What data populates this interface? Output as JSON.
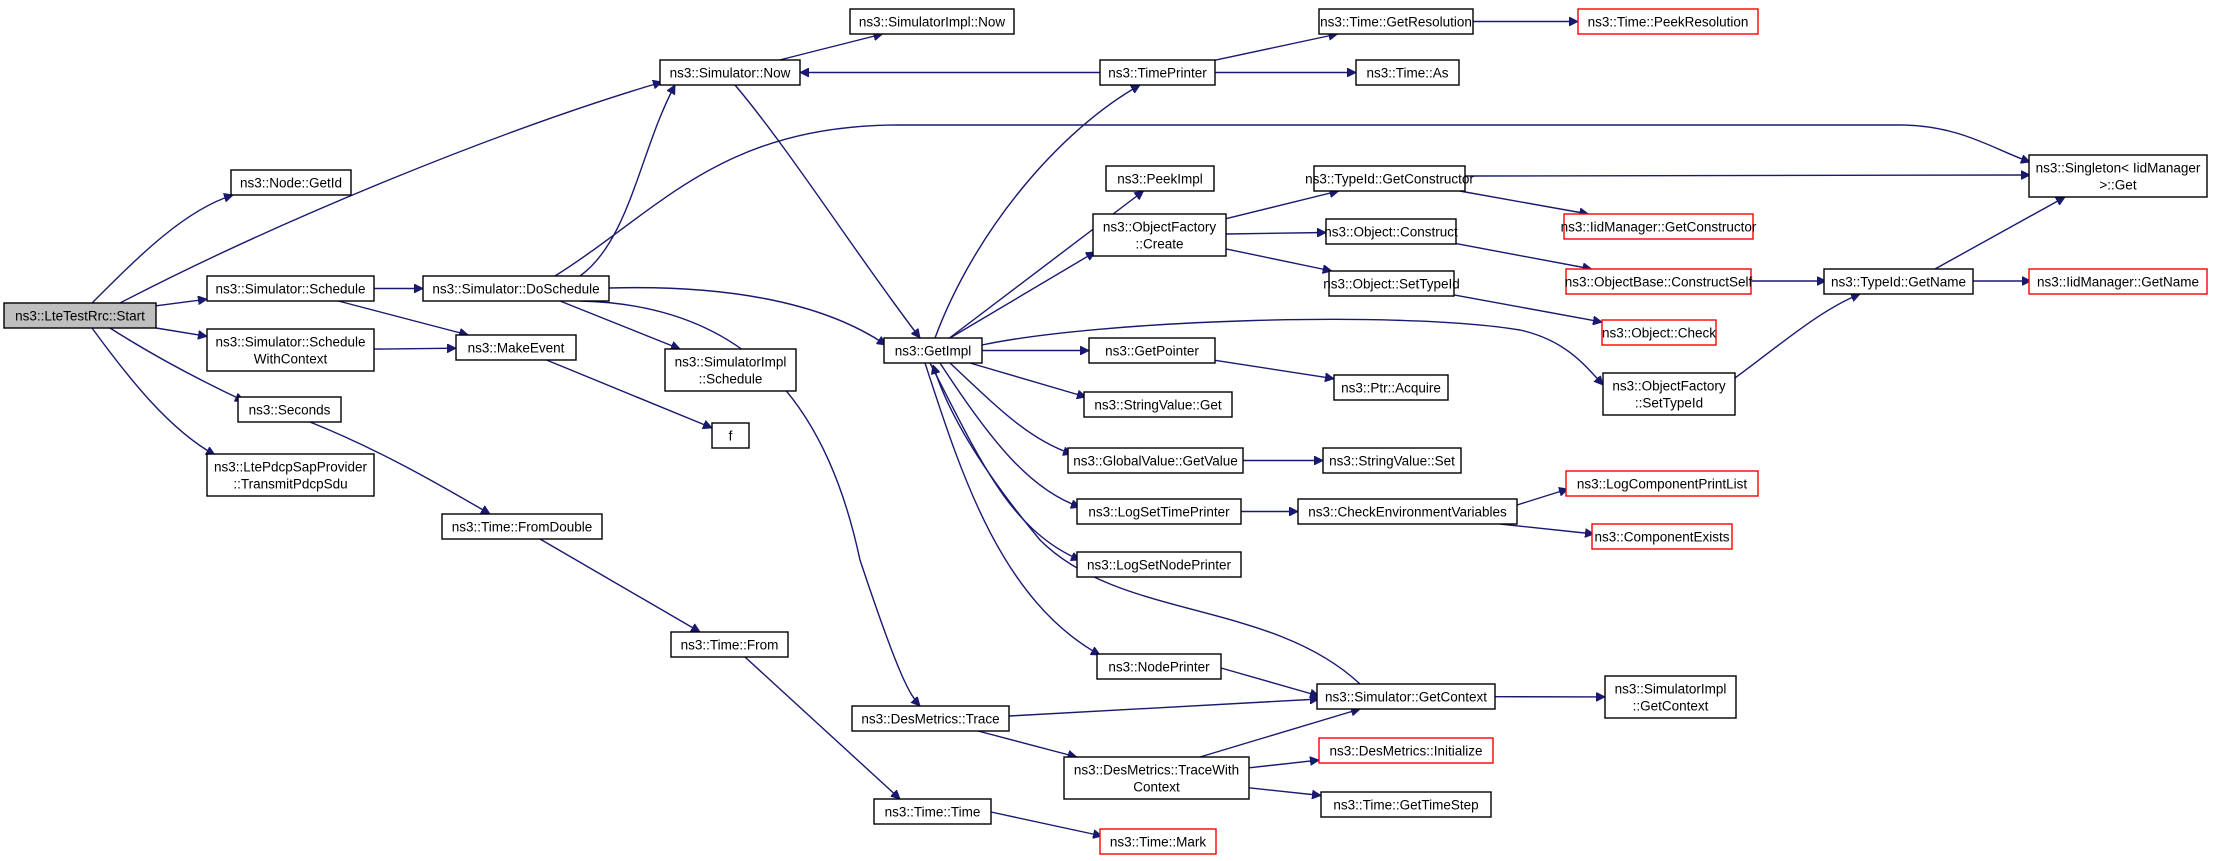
{
  "graph": {
    "title": "",
    "colors": {
      "edge": "#191970",
      "normal_border": "#000000",
      "undocumented_border": "#ff0000",
      "root_fill": "#bfbfbf",
      "background": "#ffffff"
    },
    "nodes": [
      {
        "id": "root",
        "lines": [
          "ns3::LteTestRrc::Start"
        ],
        "style": "root"
      },
      {
        "id": "nodegetid",
        "lines": [
          "ns3::Node::GetId"
        ],
        "style": "normal"
      },
      {
        "id": "simnow",
        "lines": [
          "ns3::Simulator::Now"
        ],
        "style": "normal"
      },
      {
        "id": "simimplnow",
        "lines": [
          "ns3::SimulatorImpl::Now"
        ],
        "style": "normal"
      },
      {
        "id": "simschedule",
        "lines": [
          "ns3::Simulator::Schedule"
        ],
        "style": "normal"
      },
      {
        "id": "simdoschedule",
        "lines": [
          "ns3::Simulator::DoSchedule"
        ],
        "style": "normal"
      },
      {
        "id": "schedwctx",
        "lines": [
          "ns3::Simulator::Schedule",
          "WithContext"
        ],
        "style": "normal"
      },
      {
        "id": "makeevent",
        "lines": [
          "ns3::MakeEvent"
        ],
        "style": "normal"
      },
      {
        "id": "simimplsched",
        "lines": [
          "ns3::SimulatorImpl",
          "::Schedule"
        ],
        "style": "normal"
      },
      {
        "id": "f",
        "lines": [
          "f"
        ],
        "style": "normal"
      },
      {
        "id": "seconds",
        "lines": [
          "ns3::Seconds"
        ],
        "style": "normal"
      },
      {
        "id": "ltepdcp",
        "lines": [
          "ns3::LtePdcpSapProvider",
          "::TransmitPdcpSdu"
        ],
        "style": "normal"
      },
      {
        "id": "fromdouble",
        "lines": [
          "ns3::Time::FromDouble"
        ],
        "style": "normal"
      },
      {
        "id": "timefrom",
        "lines": [
          "ns3::Time::From"
        ],
        "style": "normal"
      },
      {
        "id": "destrace",
        "lines": [
          "ns3::DesMetrics::Trace"
        ],
        "style": "normal"
      },
      {
        "id": "timetime",
        "lines": [
          "ns3::Time::Time"
        ],
        "style": "normal"
      },
      {
        "id": "timemark",
        "lines": [
          "ns3::Time::Mark"
        ],
        "style": "red"
      },
      {
        "id": "getimpl",
        "lines": [
          "ns3::GetImpl"
        ],
        "style": "normal"
      },
      {
        "id": "timeprinter",
        "lines": [
          "ns3::TimePrinter"
        ],
        "style": "normal"
      },
      {
        "id": "getres",
        "lines": [
          "ns3::Time::GetResolution"
        ],
        "style": "normal"
      },
      {
        "id": "peekres",
        "lines": [
          "ns3::Time::PeekResolution"
        ],
        "style": "red"
      },
      {
        "id": "timeas",
        "lines": [
          "ns3::Time::As"
        ],
        "style": "normal"
      },
      {
        "id": "peekimpl",
        "lines": [
          "ns3::PeekImpl"
        ],
        "style": "normal"
      },
      {
        "id": "objfactcreate",
        "lines": [
          "ns3::ObjectFactory",
          "::Create"
        ],
        "style": "normal"
      },
      {
        "id": "getpointer",
        "lines": [
          "ns3::GetPointer"
        ],
        "style": "normal"
      },
      {
        "id": "strvalget",
        "lines": [
          "ns3::StringValue::Get"
        ],
        "style": "normal"
      },
      {
        "id": "globalget",
        "lines": [
          "ns3::GlobalValue::GetValue"
        ],
        "style": "normal"
      },
      {
        "id": "logsettp",
        "lines": [
          "ns3::LogSetTimePrinter"
        ],
        "style": "normal"
      },
      {
        "id": "logsetnp",
        "lines": [
          "ns3::LogSetNodePrinter"
        ],
        "style": "normal"
      },
      {
        "id": "nodeprinter",
        "lines": [
          "ns3::NodePrinter"
        ],
        "style": "normal"
      },
      {
        "id": "tracewctx",
        "lines": [
          "ns3::DesMetrics::TraceWith",
          "Context"
        ],
        "style": "normal"
      },
      {
        "id": "typeidgetctor",
        "lines": [
          "ns3::TypeId::GetConstructor"
        ],
        "style": "normal"
      },
      {
        "id": "objconstruct",
        "lines": [
          "ns3::Object::Construct"
        ],
        "style": "normal"
      },
      {
        "id": "objsettypeid",
        "lines": [
          "ns3::Object::SetTypeId"
        ],
        "style": "normal"
      },
      {
        "id": "ptracquire",
        "lines": [
          "ns3::Ptr::Acquire"
        ],
        "style": "normal"
      },
      {
        "id": "strvalset",
        "lines": [
          "ns3::StringValue::Set"
        ],
        "style": "normal"
      },
      {
        "id": "checkenv",
        "lines": [
          "ns3::CheckEnvironmentVariables"
        ],
        "style": "normal"
      },
      {
        "id": "simgetctx",
        "lines": [
          "ns3::Simulator::GetContext"
        ],
        "style": "normal"
      },
      {
        "id": "desinit",
        "lines": [
          "ns3::DesMetrics::Initialize"
        ],
        "style": "red"
      },
      {
        "id": "gettimestep",
        "lines": [
          "ns3::Time::GetTimeStep"
        ],
        "style": "normal"
      },
      {
        "id": "iidgetctor",
        "lines": [
          "ns3::IidManager::GetConstructor"
        ],
        "style": "red"
      },
      {
        "id": "objbasecs",
        "lines": [
          "ns3::ObjectBase::ConstructSelf"
        ],
        "style": "red"
      },
      {
        "id": "objcheck",
        "lines": [
          "ns3::Object::Check"
        ],
        "style": "red"
      },
      {
        "id": "objfactsettid",
        "lines": [
          "ns3::ObjectFactory",
          "::SetTypeId"
        ],
        "style": "normal"
      },
      {
        "id": "logcompprint",
        "lines": [
          "ns3::LogComponentPrintList"
        ],
        "style": "red"
      },
      {
        "id": "compexists",
        "lines": [
          "ns3::ComponentExists"
        ],
        "style": "red"
      },
      {
        "id": "simimplgetctx",
        "lines": [
          "ns3::SimulatorImpl",
          "::GetContext"
        ],
        "style": "normal"
      },
      {
        "id": "singleton",
        "lines": [
          "ns3::Singleton< IidManager",
          ">::Get"
        ],
        "style": "normal"
      },
      {
        "id": "typeidgetname",
        "lines": [
          "ns3::TypeId::GetName"
        ],
        "style": "normal"
      },
      {
        "id": "iidgetname",
        "lines": [
          "ns3::IidManager::GetName"
        ],
        "style": "red"
      }
    ],
    "edges": [
      [
        "root",
        "nodegetid"
      ],
      [
        "root",
        "simnow"
      ],
      [
        "root",
        "simschedule"
      ],
      [
        "root",
        "schedwctx"
      ],
      [
        "root",
        "seconds"
      ],
      [
        "root",
        "ltepdcp"
      ],
      [
        "simnow",
        "simimplnow"
      ],
      [
        "simnow",
        "getimpl"
      ],
      [
        "simschedule",
        "simdoschedule"
      ],
      [
        "simschedule",
        "makeevent"
      ],
      [
        "simdoschedule",
        "simnow"
      ],
      [
        "simdoschedule",
        "singleton"
      ],
      [
        "simdoschedule",
        "getimpl"
      ],
      [
        "simdoschedule",
        "simimplsched"
      ],
      [
        "simdoschedule",
        "destrace"
      ],
      [
        "schedwctx",
        "makeevent"
      ],
      [
        "makeevent",
        "f"
      ],
      [
        "seconds",
        "fromdouble"
      ],
      [
        "fromdouble",
        "timefrom"
      ],
      [
        "timefrom",
        "timetime"
      ],
      [
        "timetime",
        "timemark"
      ],
      [
        "destrace",
        "simgetctx"
      ],
      [
        "destrace",
        "tracewctx"
      ],
      [
        "getimpl",
        "timeprinter"
      ],
      [
        "getimpl",
        "peekimpl"
      ],
      [
        "getimpl",
        "objfactcreate"
      ],
      [
        "getimpl",
        "getpointer"
      ],
      [
        "getimpl",
        "strvalget"
      ],
      [
        "getimpl",
        "globalget"
      ],
      [
        "getimpl",
        "logsettp"
      ],
      [
        "getimpl",
        "logsetnp"
      ],
      [
        "getimpl",
        "nodeprinter"
      ],
      [
        "getimpl",
        "objfactsettid"
      ],
      [
        "timeprinter",
        "simnow"
      ],
      [
        "timeprinter",
        "getres"
      ],
      [
        "timeprinter",
        "timeas"
      ],
      [
        "getres",
        "peekres"
      ],
      [
        "objfactcreate",
        "typeidgetctor"
      ],
      [
        "objfactcreate",
        "objconstruct"
      ],
      [
        "objfactcreate",
        "objsettypeid"
      ],
      [
        "typeidgetctor",
        "singleton"
      ],
      [
        "typeidgetctor",
        "iidgetctor"
      ],
      [
        "objconstruct",
        "objbasecs"
      ],
      [
        "objbasecs",
        "typeidgetname"
      ],
      [
        "objsettypeid",
        "objcheck"
      ],
      [
        "typeidgetname",
        "singleton"
      ],
      [
        "typeidgetname",
        "iidgetname"
      ],
      [
        "objfactsettid",
        "typeidgetname"
      ],
      [
        "getpointer",
        "ptracquire"
      ],
      [
        "globalget",
        "strvalset"
      ],
      [
        "logsettp",
        "checkenv"
      ],
      [
        "checkenv",
        "logcompprint"
      ],
      [
        "checkenv",
        "compexists"
      ],
      [
        "nodeprinter",
        "simgetctx"
      ],
      [
        "simgetctx",
        "getimpl"
      ],
      [
        "simgetctx",
        "simimplgetctx"
      ],
      [
        "tracewctx",
        "simgetctx"
      ],
      [
        "tracewctx",
        "desinit"
      ],
      [
        "tracewctx",
        "gettimestep"
      ]
    ]
  }
}
